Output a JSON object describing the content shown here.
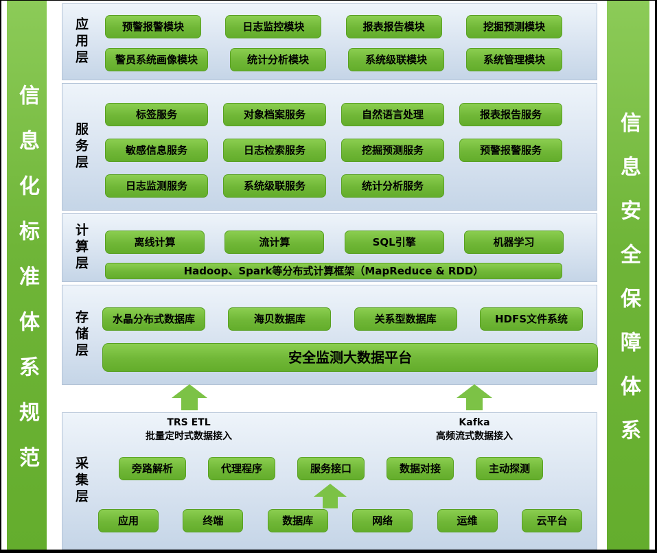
{
  "banners": {
    "left": "信息化标准体系规范",
    "right": "信息安全保障体系"
  },
  "layers": {
    "application": {
      "label": "应用层",
      "row1": [
        "预警报警模块",
        "日志监控模块",
        "报表报告模块",
        "挖掘预测模块"
      ],
      "row2": [
        "警员系统画像模块",
        "统计分析模块",
        "系统级联模块",
        "系统管理模块"
      ]
    },
    "service": {
      "label": "服务层",
      "row1": [
        "标签服务",
        "对象档案服务",
        "自然语言处理",
        "报表报告服务"
      ],
      "row2": [
        "敏感信息服务",
        "日志检索服务",
        "挖掘预测服务",
        "预警报警服务"
      ],
      "row3": [
        "日志监测服务",
        "系统级联服务",
        "统计分析服务"
      ]
    },
    "computing": {
      "label": "计算层",
      "row1": [
        "离线计算",
        "流计算",
        "SQL引擎",
        "机器学习"
      ],
      "framework_bar": "Hadoop、Spark等分布式计算框架（MapReduce & RDD）"
    },
    "storage": {
      "label": "存储层",
      "row1": [
        "水晶分布式数据库",
        "海贝数据库",
        "关系型数据库",
        "HDFS文件系统"
      ],
      "platform_bar": "安全监测大数据平台"
    },
    "collection": {
      "label": "采集层",
      "ingest_left": {
        "title": "TRS ETL",
        "subtitle": "批量定时式数据接入"
      },
      "ingest_right": {
        "title": "Kafka",
        "subtitle": "高频流式数据接入"
      },
      "row1": [
        "旁路解析",
        "代理程序",
        "服务接口",
        "数据对接",
        "主动探测"
      ],
      "row2": [
        "应用",
        "终端",
        "数据库",
        "网络",
        "运维",
        "云平台"
      ]
    }
  },
  "colors": {
    "node_green": "#70B737",
    "banner_green": "#6FB538",
    "arrow_green": "#7CC246",
    "layer_blue_top": "#EEF4FA",
    "layer_blue_bottom": "#C5D5E7"
  }
}
